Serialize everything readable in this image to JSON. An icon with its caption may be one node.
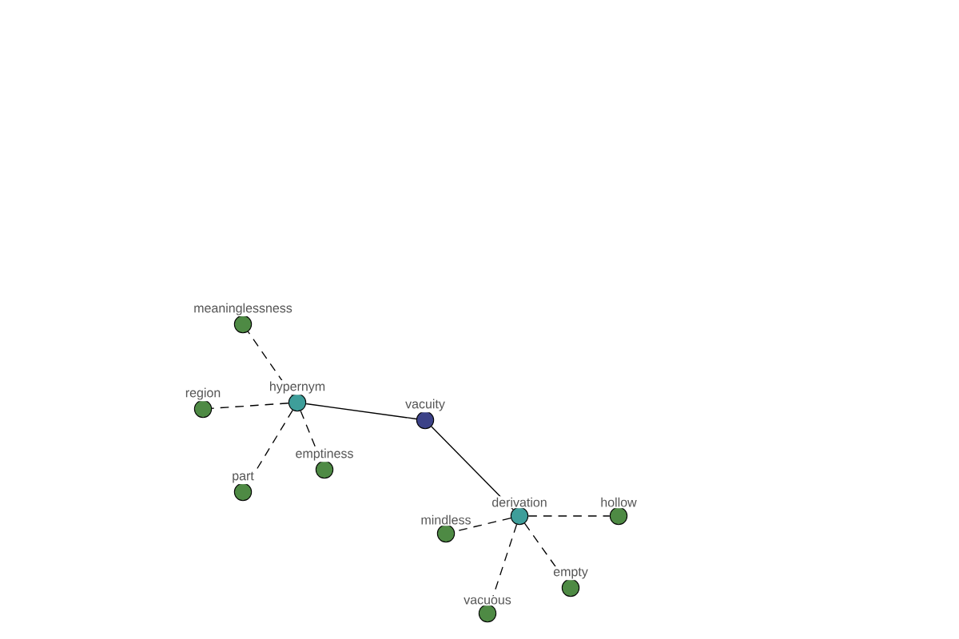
{
  "diagram": {
    "nodes": [
      {
        "text": [
          "meaninglessness"
        ]
      },
      {
        "text": [
          "hypernym"
        ]
      },
      {
        "text": [
          "region"
        ]
      },
      {
        "text": [
          "vacuity"
        ]
      },
      {
        "text": [
          "emptiness"
        ]
      },
      {
        "text": [
          "part"
        ]
      },
      {
        "text": [
          "derivation"
        ]
      },
      {
        "text": [
          "hollow"
        ]
      },
      {
        "text": [
          "mindless"
        ]
      },
      {
        "text": [
          "empty"
        ]
      },
      {
        "text": [
          "vacuous"
        ]
      }
    ],
    "edges": [
      {
        "from": 3,
        "to": 1,
        "arrow": "none"
      },
      {
        "from": 3,
        "to": 6,
        "arrow": "none"
      },
      {
        "from": 1,
        "to": 0,
        "arrow": "none",
        "style": "dashed"
      },
      {
        "from": 1,
        "to": 2,
        "arrow": "none",
        "style": "dashed"
      },
      {
        "from": 1,
        "to": 4,
        "arrow": "none",
        "style": "dashed"
      },
      {
        "from": 1,
        "to": 5,
        "arrow": "none",
        "style": "dashed"
      },
      {
        "from": 6,
        "to": 7,
        "arrow": "none",
        "style": "dashed"
      },
      {
        "from": 6,
        "to": 8,
        "arrow": "none",
        "style": "dashed"
      },
      {
        "from": 6,
        "to": 9,
        "arrow": "none",
        "style": "dashed"
      },
      {
        "from": 6,
        "to": 10,
        "arrow": "none",
        "style": "dashed"
      }
    ]
  }
}
